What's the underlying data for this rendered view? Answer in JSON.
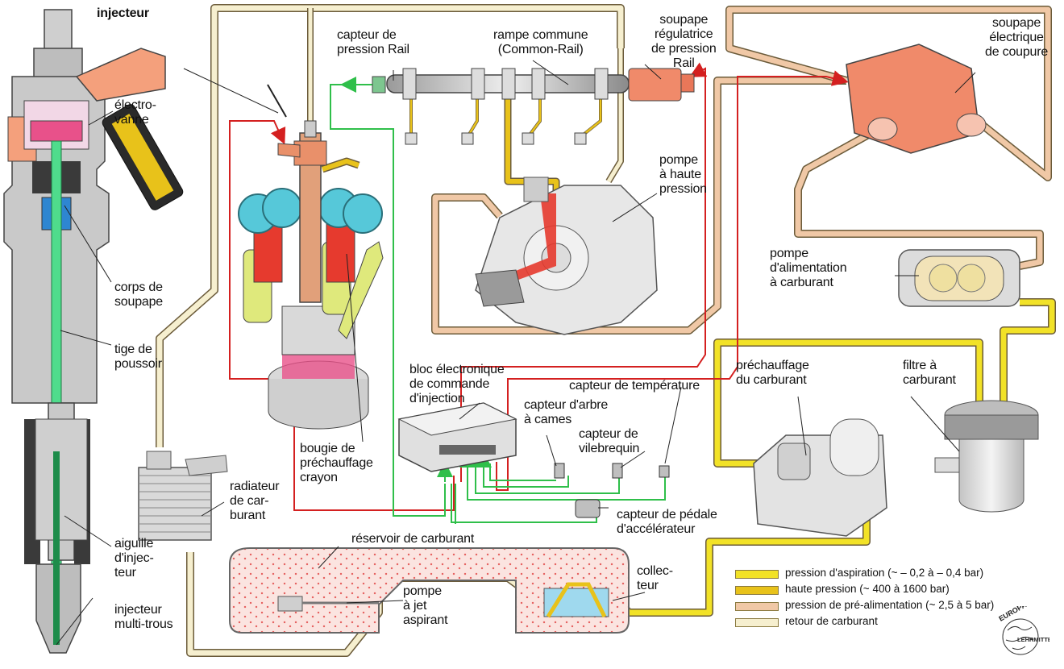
{
  "labels": {
    "injecteur": "injecteur",
    "electrovanne": "électro-\nvanne",
    "corps_soupape": "corps de\nsoupape",
    "tige_poussoir": "tige de\npoussoir",
    "aiguille": "aiguille\nd'injec-\nteur",
    "injecteur_multitrous": "injecteur\nmulti-trous",
    "capteur_pression_rail": "capteur de\npression Rail",
    "rampe_commune": "rampe commune\n(Common-Rail)",
    "soupape_regulatrice": "soupape\nrégulatrice\nde pression\nRail",
    "soupape_coupure": "soupape\nélectrique\nde coupure",
    "pompe_haute_pression": "pompe\nà haute\npression",
    "pompe_alimentation": "pompe\nd'alimentation\nà carburant",
    "bloc_electronique": "bloc électronique\nde commande\nd'injection",
    "capteur_temperature": "capteur de température",
    "capteur_arbre_cames": "capteur d'arbre\nà cames",
    "capteur_vilebrequin": "capteur de\nvilebrequin",
    "capteur_pedale": "capteur de pédale\nd'accélérateur",
    "prechauffage_carburant": "préchauffage\ndu carburant",
    "filtre_carburant": "filtre à\ncarburant",
    "bougie": "bougie de\npréchauffage\ncrayon",
    "radiateur": "radiateur\nde car-\nburant",
    "reservoir": "réservoir de carburant",
    "pompe_jet": "pompe\nà jet\naspirant",
    "collecteur": "collec-\nteur"
  },
  "legend": [
    {
      "text": "pression d'aspiration (~ – 0,2 à – 0,4 bar)",
      "color": "#f2e227"
    },
    {
      "text": "haute pression (~ 400 à 1600 bar)",
      "color": "#e8c21a"
    },
    {
      "text": "pression de pré-alimentation (~ 2,5 à 5 bar)",
      "color": "#f0c8a6"
    },
    {
      "text": "retour de carburant",
      "color": "#f6efcf"
    }
  ],
  "logo": {
    "text_top": "EUROPA",
    "text_bottom": "LEHRMITTEL"
  },
  "colors": {
    "signal_green": "#2fbf4a",
    "signal_red": "#d42020",
    "suction_yellow": "#f2e227",
    "high_pressure": "#e8c21a",
    "prefeed": "#f0c8a6",
    "return": "#f6efcf",
    "fuel_tank_dots": "#e04040"
  }
}
